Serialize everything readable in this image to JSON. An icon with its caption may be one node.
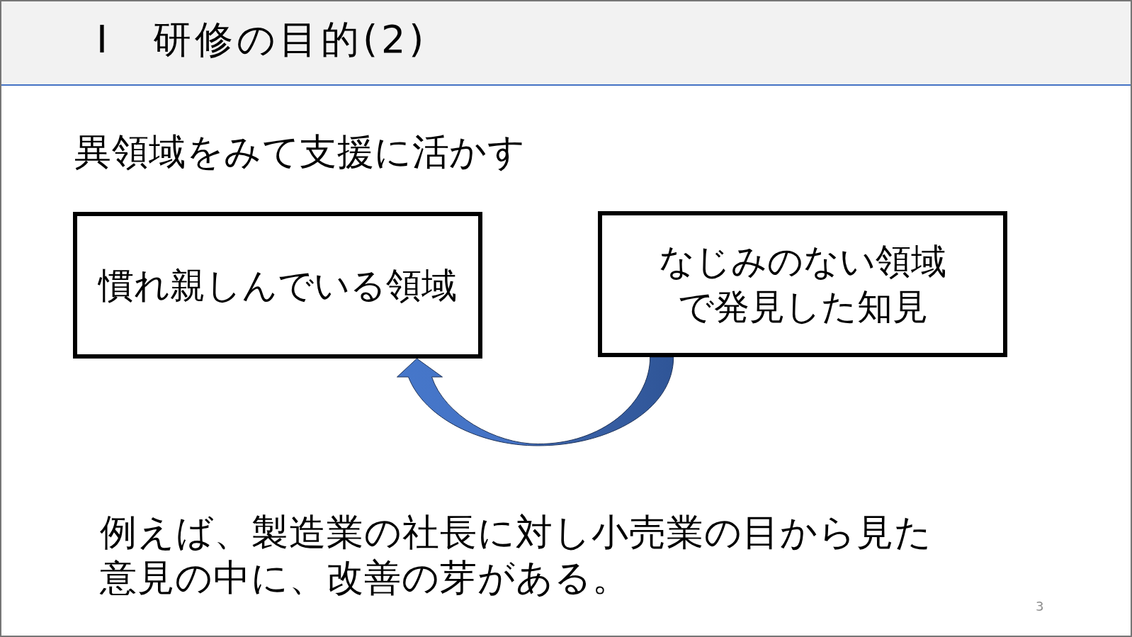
{
  "diagram": {
    "title": "Ⅰ　研修の目的(2)",
    "nodes": [
      {
        "text": [
          "慣れ親しんでいる領域"
        ]
      },
      {
        "text": [
          "なじみのない領域で発見した知見"
        ]
      }
    ],
    "edges": [
      {
        "from": 1,
        "to": 0,
        "arrow": "to"
      }
    ],
    "labels": [
      "異領域をみて支援に活かす",
      "例えば、製造業の社長に対し小売業の目から見た意見の中に、改善の芽がある。",
      "3"
    ]
  }
}
